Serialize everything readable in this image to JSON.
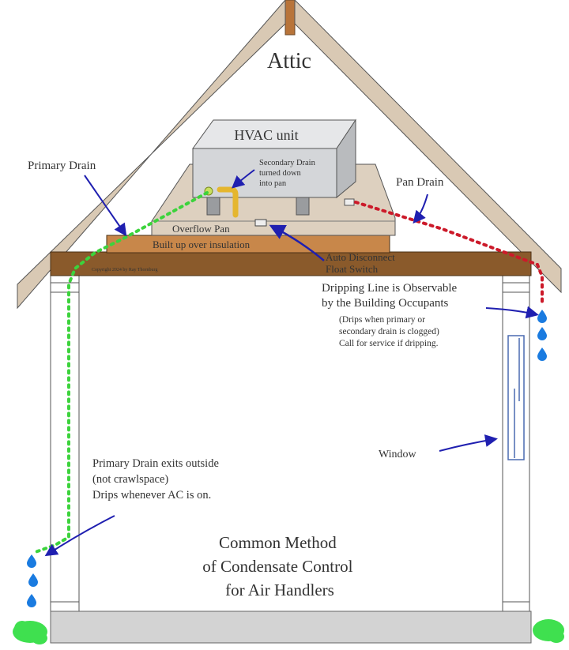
{
  "title": {
    "lines": [
      "Common Method",
      "of Condensate Control",
      "for Air Handlers"
    ]
  },
  "labels": {
    "attic": "Attic",
    "hvac_unit": "HVAC unit",
    "secondary_drain": [
      "Secondary Drain",
      "turned down",
      "into pan"
    ],
    "primary_drain": "Primary Drain",
    "pan_drain": "Pan Drain",
    "overflow_pan": "Overflow Pan",
    "built_up": "Built up over insulation",
    "float_switch": [
      "Auto Disconnect",
      "Float Switch"
    ],
    "copyright": "Copyright 2024 by Ray Thornburg",
    "dripping_line": [
      "Dripping Line is Observable",
      "by the Building Occupants"
    ],
    "dripping_note": [
      "(Drips when primary or",
      "secondary drain is clogged)",
      "Call for service if dripping."
    ],
    "primary_exit": [
      "Primary Drain exits outside",
      "(not crawlspace)",
      "Drips whenever AC is on."
    ],
    "window": "Window"
  },
  "colors": {
    "rafter": "#d9c9b4",
    "ceiling_beam": "#8a5a2b",
    "built_up": "#c8874a",
    "overflow_pan": "#ddd0bf",
    "hvac": "#d4d6d9",
    "foundation": "#d3d3d3",
    "primary_drain_line": "#3cd33c",
    "pan_drain_line": "#cc1a2a",
    "arrow": "#1f1fb0",
    "drip": "#1a7be0",
    "grass": "#3fe04f",
    "window": "#4a6ab0",
    "secondary_pipe": "#e5b62e"
  }
}
